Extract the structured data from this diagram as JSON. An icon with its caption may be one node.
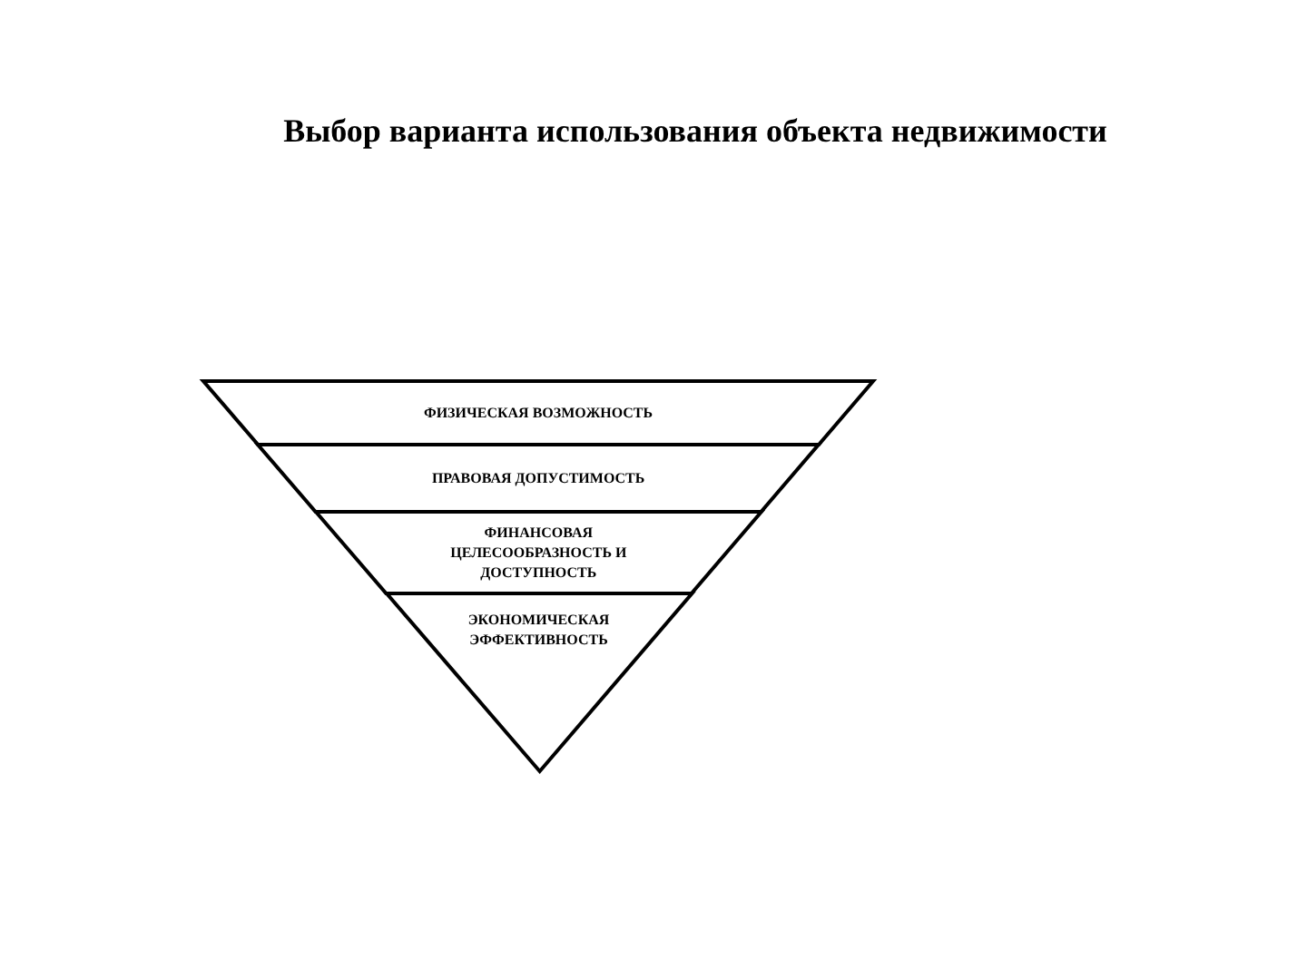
{
  "diagram": {
    "title": "Выбор варианта использования объекта недвижимости",
    "nodes": [
      {
        "text": [
          "ФИЗИЧЕСКАЯ ВОЗМОЖНОСТЬ"
        ]
      },
      {
        "text": [
          "ПРАВОВАЯ ДОПУСТИМОСТЬ"
        ]
      },
      {
        "text": [
          "ФИНАНСОВАЯ ЦЕЛЕСООБРАЗНОСТЬ И ДОСТУПНОСТЬ"
        ]
      },
      {
        "text": [
          "ЭКОНОМИЧЕСКАЯ ЭФФЕКТИВНОСТЬ"
        ]
      }
    ]
  }
}
